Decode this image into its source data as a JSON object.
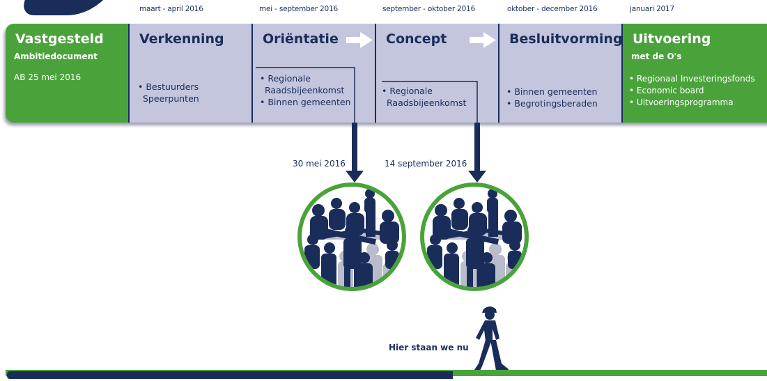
{
  "dates": [
    "maart - april 2016",
    "mei - september 2016",
    "september - oktober 2016",
    "oktober - december 2016",
    "januari 2017"
  ],
  "phases": [
    {
      "title": "Vastgesteld",
      "subtitle": "Ambitiedocument",
      "note": "AB 25 mei 2016",
      "bullets": []
    },
    {
      "title": "Verkenning",
      "bullets": [
        "Bestuurders",
        "Speerpunten"
      ]
    },
    {
      "title": "Oriëntatie",
      "bullets": [
        "Regionale",
        "Raadsbijeenkomst",
        "Binnen gemeenten"
      ]
    },
    {
      "title": "Concept",
      "bullets": [
        "Regionale",
        "Raadsbijeenkomst"
      ]
    },
    {
      "title": "Besluitvorming",
      "bullets": [
        "Binnen gemeenten",
        "Begrotingsberaden"
      ]
    },
    {
      "title": "Uitvoering",
      "subtitle": "met de O's",
      "bullets": [
        "Regionaal Investeringsfonds",
        "Economic board",
        "Uitvoeringsprogramma"
      ]
    }
  ],
  "meetings": [
    {
      "date": "30 mei 2016"
    },
    {
      "date": "14 september 2016"
    }
  ],
  "current_position_label": "Hier staan we nu",
  "icons": [
    "logo-shape",
    "arrow-right-icon",
    "arrow-down-icon",
    "meeting-illustration-icon",
    "walking-worker-icon"
  ],
  "colors": {
    "navy": "#1a2d5a",
    "green": "#4aa33a",
    "lavender": "#c3c6dd",
    "white": "#ffffff"
  }
}
